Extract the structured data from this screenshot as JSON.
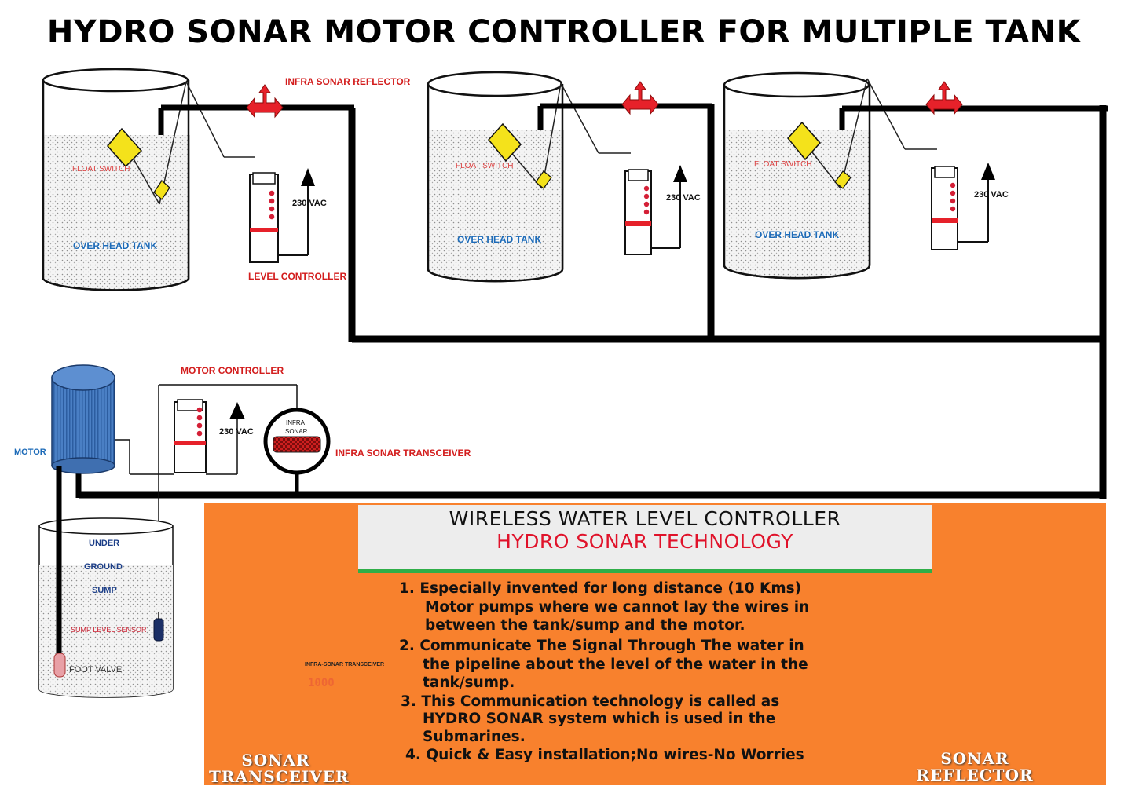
{
  "title": "HYDRO SONAR MOTOR CONTROLLER FOR MULTIPLE TANK",
  "labels": {
    "infra_sonar_reflector": "INFRA SONAR REFLECTOR",
    "float_switch": "FLOAT SWITCH",
    "over_head_tank": "OVER HEAD TANK",
    "voltage": "230 VAC",
    "level_controller": "LEVEL CONTROLLER",
    "motor_controller": "MOTOR CONTROLLER",
    "motor": "MOTOR",
    "infra_sonar_transceiver": "INFRA SONAR TRANSCEIVER",
    "gauge_line1": "INFRA",
    "gauge_line2": "SONAR",
    "sump_line1": "UNDER",
    "sump_line2": "GROUND",
    "sump_line3": "SUMP",
    "sump_level_sensor": "SUMP LEVEL SENSOR",
    "foot_valve": "FOOT VALVE"
  },
  "banner": {
    "line1": "WIRELESS WATER LEVEL CONTROLLER",
    "line2": "HYDRO SONAR TECHNOLOGY"
  },
  "points": [
    "1. Especially invented for long distance (10 Kms)",
    "Motor pumps where we cannot lay the wires in",
    "between the tank/sump and the motor.",
    "2. Communicate The Signal Through The water  in",
    "the pipeline about the level of the water in the",
    "tank/sump.",
    "3. This Communication technology is called as",
    "HYDRO SONAR system which is used in the",
    "Submarines.",
    "4. Quick & Easy installation;No wires-No Worries"
  ],
  "device_display": "1000",
  "device_caption": "INFRA-SONAR TRANSCEIVER",
  "captions": {
    "transceiver_line1": "SONAR",
    "transceiver_line2": "TRANSCEIVER",
    "reflector_line1": "SONAR",
    "reflector_line2": "REFLECTOR"
  },
  "colors": {
    "panel_orange": "#f8812d",
    "banner_green": "#2fae48",
    "title_red": "#e0122a",
    "label_red": "#d31d1d",
    "label_blue": "#1d6bb8",
    "float_yellow": "#f4e21b",
    "motor_blue": "#4a7fc4"
  }
}
